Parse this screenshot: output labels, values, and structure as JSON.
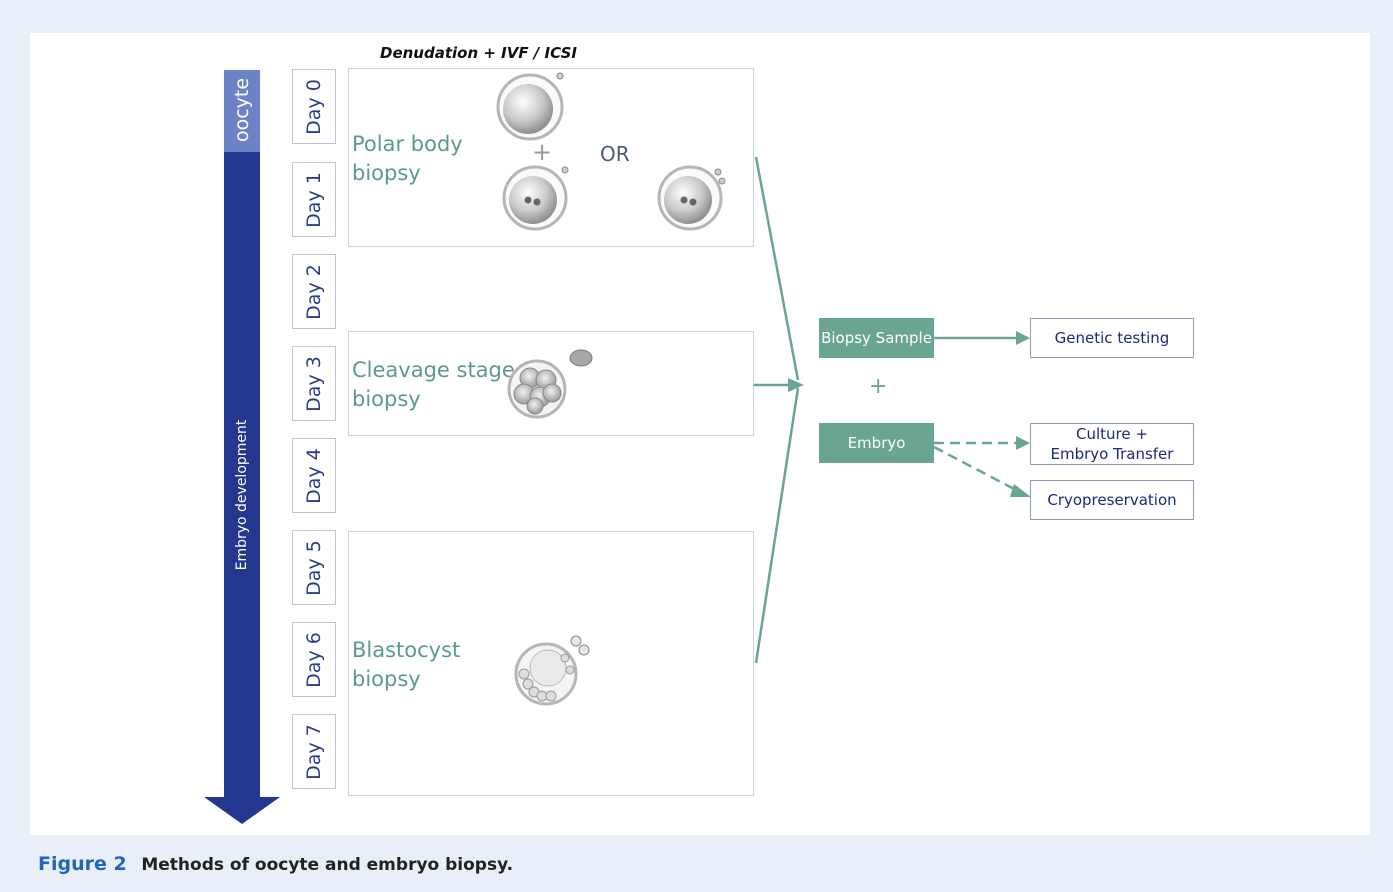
{
  "header": {
    "procedure": "Denudation + IVF / ICSI"
  },
  "timeline": {
    "oocyte_label": "oocyte",
    "embryo_label": "Embryo development",
    "days": [
      "Day 0",
      "Day 1",
      "Day 2",
      "Day 3",
      "Day 4",
      "Day 5",
      "Day 6",
      "Day 7"
    ]
  },
  "stages": {
    "polar": {
      "label": "Polar body\nbiopsy",
      "plus": "+",
      "or": "OR"
    },
    "cleavage": {
      "label": "Cleavage stage\nbiopsy"
    },
    "blastocyst": {
      "label": "Blastocyst\nbiopsy"
    }
  },
  "flow": {
    "biopsy_sample": "Biopsy Sample",
    "plus": "+",
    "embryo": "Embryo",
    "genetic_testing": "Genetic testing",
    "culture_transfer": "Culture +\nEmbryo Transfer",
    "cryopreservation": "Cryopreservation"
  },
  "caption": {
    "figure": "Figure 2",
    "text": "Methods of oocyte and embryo biopsy."
  },
  "colors": {
    "green": "#6aa68f",
    "navy": "#23378f",
    "oocyte_bar": "#6b82c4",
    "background": "#e8eff8"
  }
}
